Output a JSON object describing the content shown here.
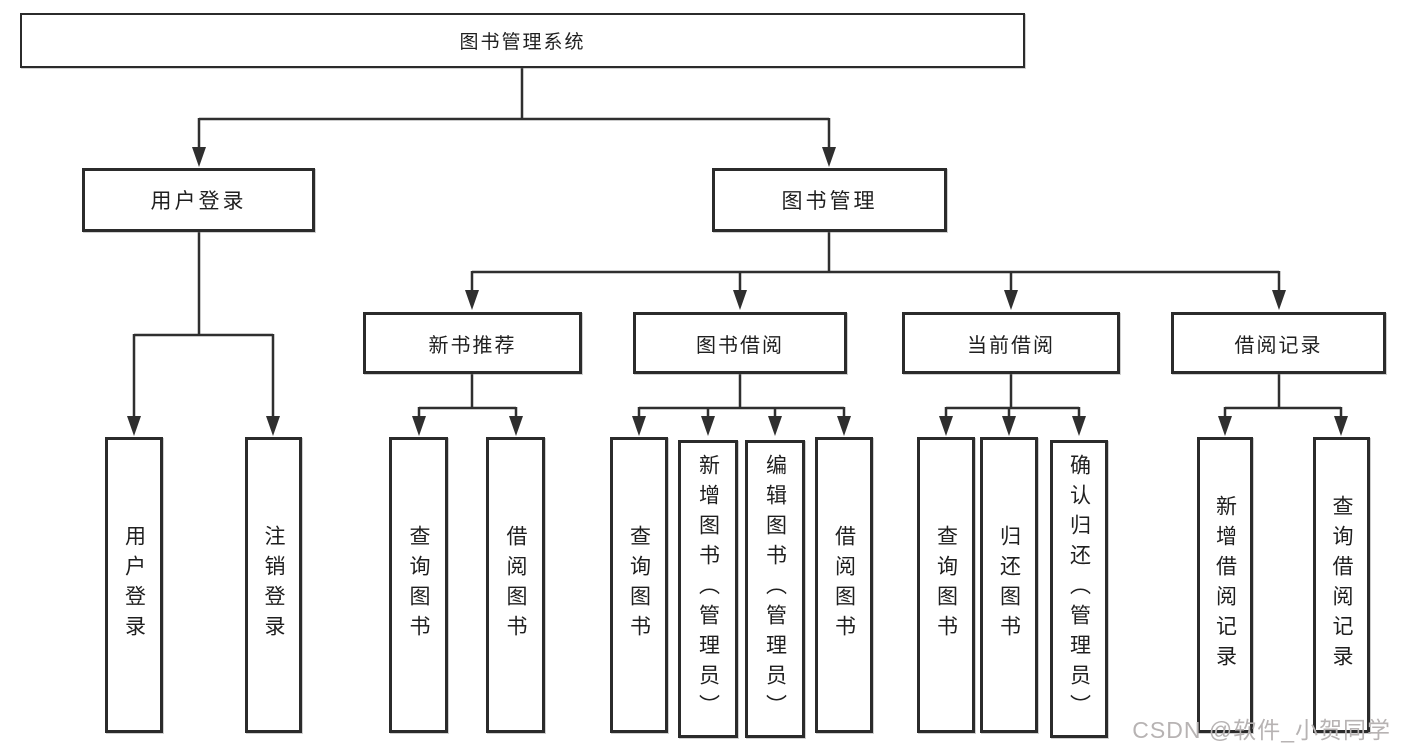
{
  "nodes": {
    "root": "图书管理系统",
    "user_login": "用户登录",
    "book_mgmt": "图书管理",
    "new_books": "新书推荐",
    "book_borrow": "图书借阅",
    "current_borrow": "当前借阅",
    "borrow_records": "借阅记录",
    "leaf_user_login": "用户登录",
    "leaf_logout": "注销登录",
    "leaf_nb_query": "查询图书",
    "leaf_nb_borrow": "借阅图书",
    "leaf_bb_query": "查询图书",
    "leaf_bb_add_admin": "新增图书（管理员）",
    "leaf_bb_edit_admin": "编辑图书（管理员）",
    "leaf_bb_borrow": "借阅图书",
    "leaf_cb_query": "查询图书",
    "leaf_cb_return": "归还图书",
    "leaf_cb_confirm_admin": "确认归还（管理员）",
    "leaf_br_add": "新增借阅记录",
    "leaf_br_query": "查询借阅记录"
  },
  "watermark": "CSDN @软件_小贺同学",
  "colors": {
    "line": "#2f2f2f",
    "box_border": "#2b2b2b",
    "text": "#1f1f1f",
    "watermark_text": "#b7b3b3",
    "background": "#ffffff"
  }
}
